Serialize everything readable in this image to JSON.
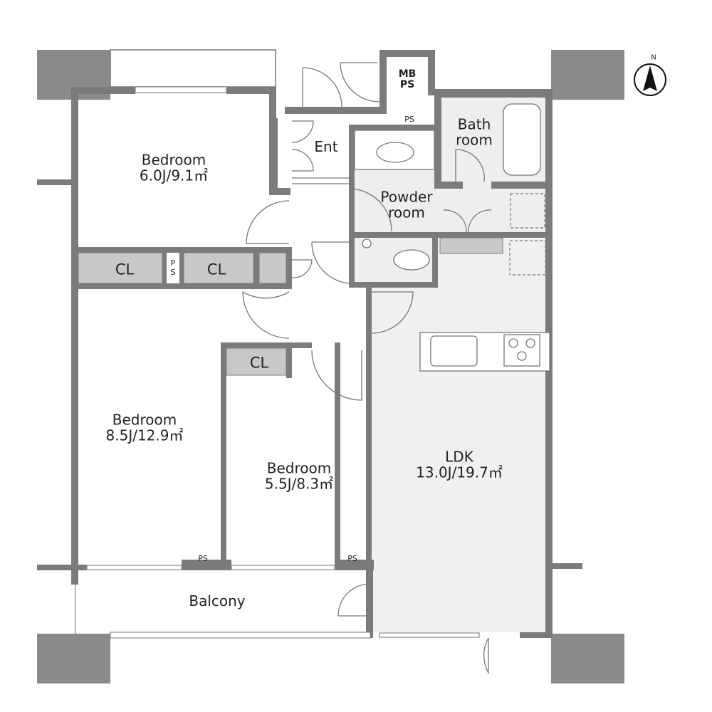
{
  "plan": {
    "colors": {
      "wall": "#7b7b7b",
      "column": "#8a8a8a",
      "closet": "#c8c8c8",
      "wet_floor": "#eeeeee",
      "ldk_floor": "#f0f0f0",
      "line": "#777777",
      "text": "#222222"
    },
    "compass": {
      "label": "N",
      "icon": "north-arrow-icon"
    },
    "rooms": [
      {
        "id": "bedroom-1",
        "name": "Bedroom",
        "size": "6.0J/9.1㎡"
      },
      {
        "id": "bedroom-2",
        "name": "Bedroom",
        "size": "8.5J/12.9㎡"
      },
      {
        "id": "bedroom-3",
        "name": "Bedroom",
        "size": "5.5J/8.3㎡"
      },
      {
        "id": "ldk",
        "name": "LDK",
        "size": "13.0J/19.7㎡"
      },
      {
        "id": "entrance",
        "name": "Ent"
      },
      {
        "id": "bathroom",
        "name": "Bath",
        "name2": "room"
      },
      {
        "id": "powder-room",
        "name": "Powder",
        "name2": "room"
      },
      {
        "id": "balcony",
        "name": "Balcony"
      }
    ],
    "closets": [
      "CL",
      "CL",
      "CL"
    ],
    "ps_labels": {
      "mbps_line1": "MB",
      "mbps_line2": "PS",
      "ps_top": "PS",
      "ps_vertical_1": "P",
      "ps_vertical_2": "S",
      "ps_bottom_left": "PS",
      "ps_bottom_right": "PS"
    }
  }
}
